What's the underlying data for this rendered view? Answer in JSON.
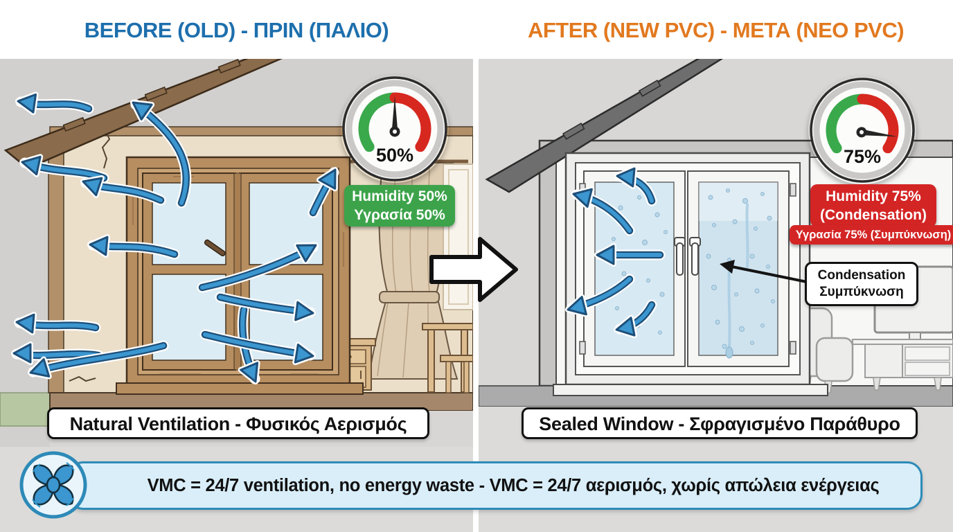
{
  "colors": {
    "before_accent": "#1d6fad",
    "after_accent": "#e2791f",
    "gauge_green": "#3aa94c",
    "gauge_red": "#d7281f",
    "humidity_ok_bg": "#3ca34a",
    "humidity_bad_bg": "#d42525",
    "arrow_blue": "#3c96cf",
    "banner_bg": "#d9eef9",
    "banner_border": "#2d8ab8"
  },
  "header": {
    "before_title": "BEFORE (OLD) - ΠΡΙΝ (ΠΑΛΙΟ)",
    "after_title": "AFTER (NEW PVC) - ΜΕΤΑ (ΝΕΟ PVC)"
  },
  "before_panel": {
    "gauge_value": "50%",
    "humidity_en": "Humidity 50%",
    "humidity_el": "Υγρασία 50%",
    "caption": "Natural Ventilation - Φυσικός Αερισμός"
  },
  "after_panel": {
    "gauge_value": "75%",
    "humidity_en": "Humidity 75%",
    "humidity_paren": "(Condensation)",
    "humidity_el": "Υγρασία 75% (Συμπύκνωση)",
    "callout_line1": "Condensation",
    "callout_line2": "Συμπύκνωση",
    "caption": "Sealed Window - Σφραγισμένο Παράθυρο"
  },
  "footer": {
    "vmc_text": "VMC = 24/7 ventilation, no energy waste - VMC = 24/7 αερισμός, χωρίς απώλεια ενέργειας"
  }
}
